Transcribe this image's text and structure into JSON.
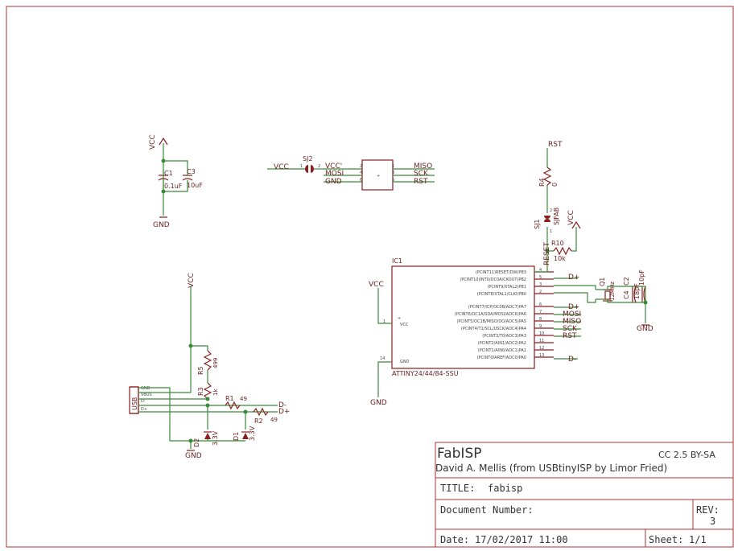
{
  "nets": {
    "vcc": "VCC",
    "gnd": "GND",
    "rst": "RST",
    "miso": "MISO",
    "mosi": "MOSI",
    "sck": "SCK",
    "dplus": "D+",
    "dminus": "D-",
    "vcc_prime": "VCC'",
    "reset": "RESET"
  },
  "parts": {
    "c1": {
      "name": "C1",
      "value": "0.1uF"
    },
    "c3": {
      "name": "C3",
      "value": "10uF"
    },
    "sj2": {
      "name": "SJ2",
      "pin1": "1",
      "pin2": "2"
    },
    "hdr": {
      "p1": "1",
      "p2": "2",
      "p3": "3",
      "p4": "4",
      "p5": "5",
      "p6": "6"
    },
    "r4": {
      "name": "R4",
      "value": "0"
    },
    "sj1": {
      "name": "SJ1",
      "value": "SJFAB",
      "pin1": "1",
      "pin2": "2"
    },
    "r10": {
      "name": "R10",
      "value": "10k"
    },
    "q1": {
      "name": "Q1",
      "value": "12MHz"
    },
    "c4": {
      "name": "C4",
      "value": "18pF"
    },
    "c2": {
      "name": "C2",
      "value": "10pF"
    },
    "ic1": {
      "name": "IC1",
      "value": "ATTINY24/44/84-SSU",
      "vcc_pin": "VCC",
      "gnd_pin": "GND",
      "pin_vcc_num": "1",
      "pin_gnd_num": "14",
      "plus": "+",
      "pins": [
        {
          "label": "(PCINT11)RESET/DW)PB3",
          "num": "4"
        },
        {
          "label": "(PCINT10)INT0/OC0A/CKOUT)PB2",
          "num": "5"
        },
        {
          "label": "(PCINT9/XTAL2)PB1",
          "num": "3"
        },
        {
          "label": "(PCINT8/XTAL1/CLKI)PB0",
          "num": "2"
        },
        {
          "label": "(PCINT7/ICP/OC0B/ADC7)PA7",
          "num": "6"
        },
        {
          "label": "(PCINT6/OC1A/SDA/MOSI/ADC6)PA6",
          "num": "7"
        },
        {
          "label": "(PCINT5/OC1B/MISO/DO/ADC5)PA5",
          "num": "8"
        },
        {
          "label": "(PCINT4/T1/SCL/USCK/ADC4)PA4",
          "num": "9"
        },
        {
          "label": "(PCINT3/T0/ADC3)PA3",
          "num": "10"
        },
        {
          "label": "(PCINT2/AIN1/ADC2)PA2",
          "num": "11"
        },
        {
          "label": "(PCINT1/AIN0/ADC1)PA1",
          "num": "12"
        },
        {
          "label": "(PCINT0/AREF/ADC0)PA0",
          "num": "13"
        }
      ]
    },
    "r5": {
      "name": "R5",
      "value": "499"
    },
    "r3": {
      "name": "R3",
      "value": "1k"
    },
    "r1": {
      "name": "R1",
      "value": "49"
    },
    "r2": {
      "name": "R2",
      "value": "49"
    },
    "d1": {
      "name": "D1",
      "value": "3.3V"
    },
    "d2": {
      "name": "D2",
      "value": "3.3V"
    },
    "usb": {
      "name": "USB",
      "gnd": "GND",
      "vbus": "VBUS",
      "dm": "D-",
      "dp": "D+"
    }
  },
  "title_block": {
    "project": "FabISP",
    "license": "CC 2.5 BY-SA",
    "author": "David A. Mellis (from USBtinyISP by Limor Fried)",
    "title_label": "TITLE:",
    "title_value": "fabisp",
    "docnum_label": "Document Number:",
    "rev_label": "REV:",
    "rev_value": "3",
    "date_label": "Date:",
    "date_value": "17/02/2017 11:00",
    "sheet_label": "Sheet:",
    "sheet_value": "1/1"
  },
  "colors": {
    "wire": "#3a8a3a",
    "part": "#8a1f1f",
    "frame": "#b03030",
    "solder_jumper": "#c0392b"
  }
}
